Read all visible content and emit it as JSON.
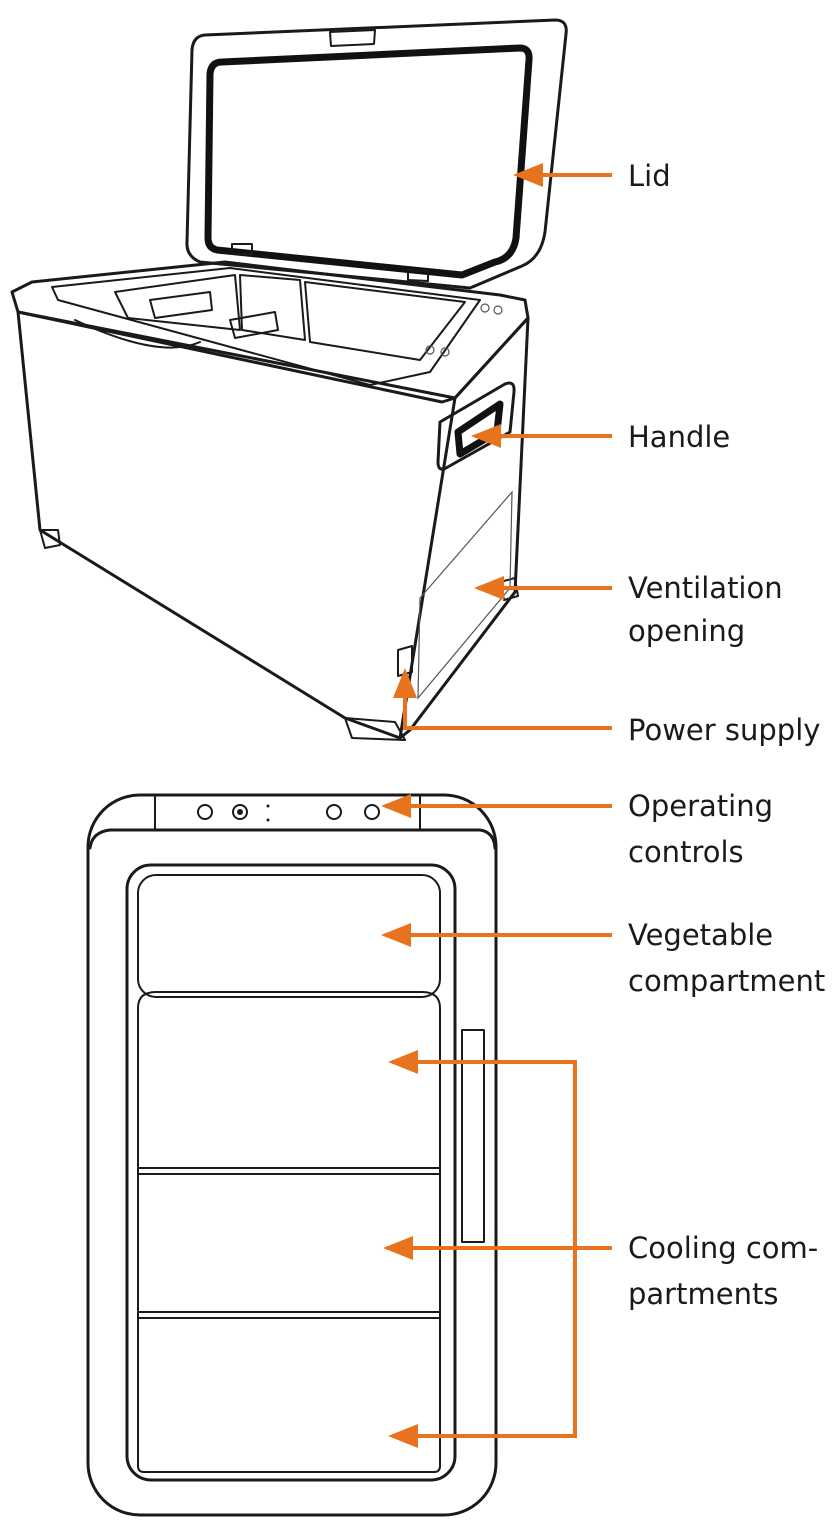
{
  "colors": {
    "arrow": "#E8731F",
    "line": "#1a1a1a",
    "background": "#ffffff"
  },
  "labels": {
    "lid": [
      "Lid"
    ],
    "handle": [
      "Handle"
    ],
    "ventilation_opening": [
      "Ventilation",
      "opening"
    ],
    "power_supply": [
      "Power supply"
    ],
    "operating_controls": [
      "Operating",
      "controls"
    ],
    "vegetable_compartment": [
      "Vegetable",
      "compartment"
    ],
    "cooling_compartments": [
      "Cooling com-",
      "partments"
    ]
  }
}
